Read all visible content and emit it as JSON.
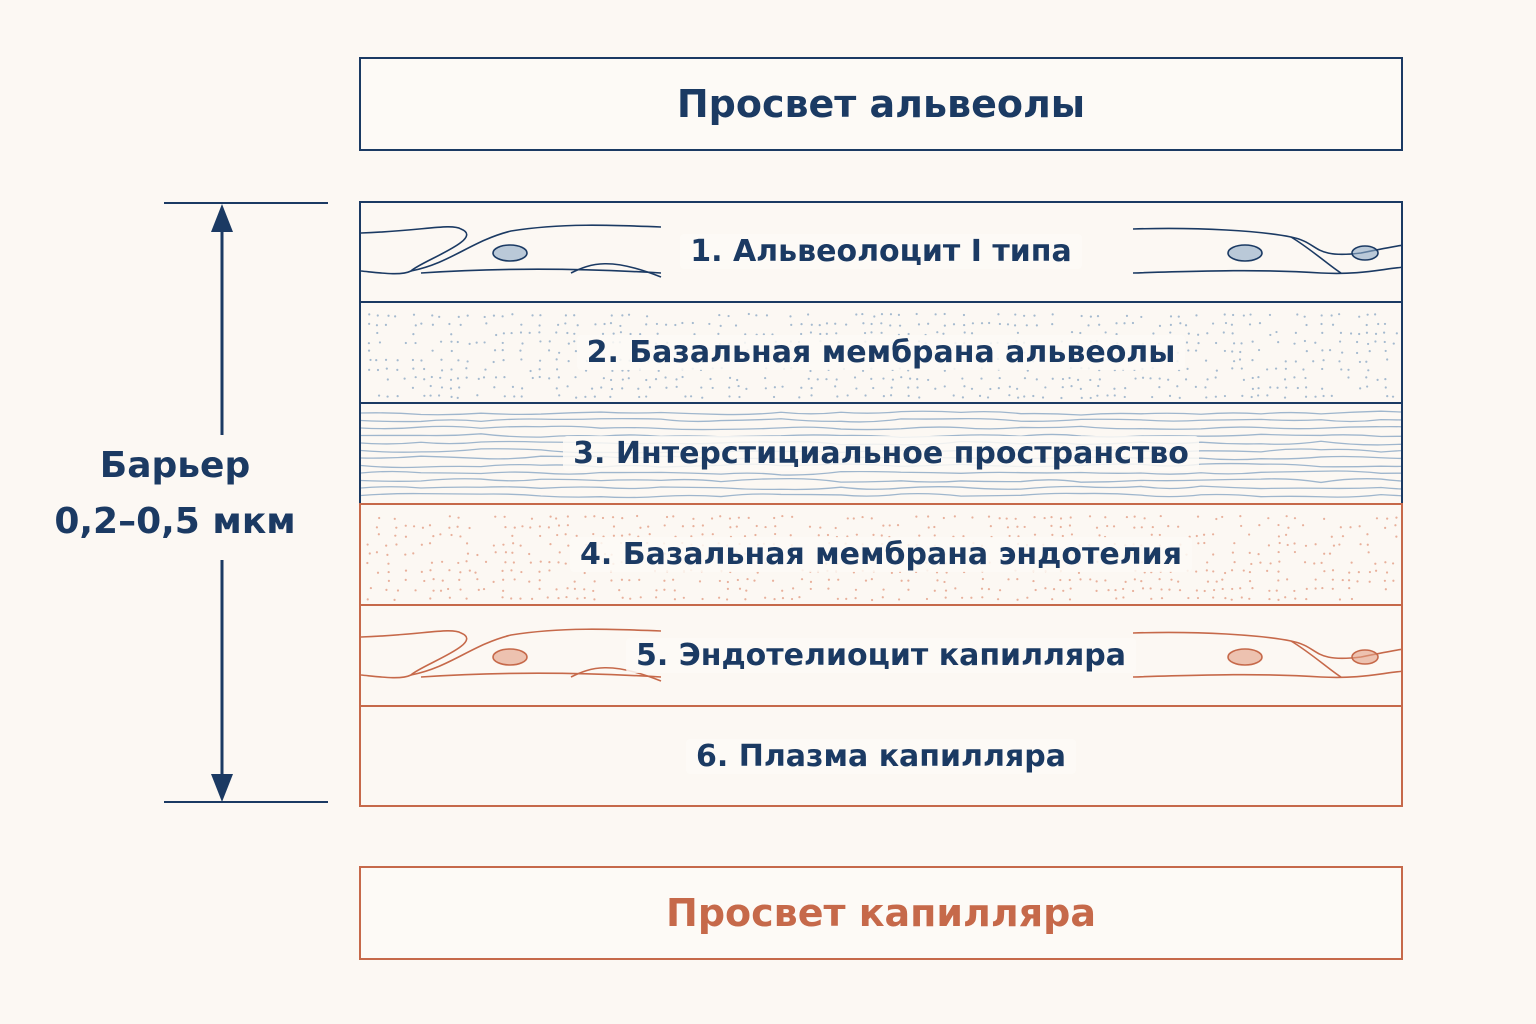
{
  "colors": {
    "navy": "#1b3a63",
    "terracotta": "#c6694a",
    "background": "#fcf8f3",
    "blue_texture": "#8eaac6",
    "red_texture": "#e29e84"
  },
  "top_lumen": {
    "label": "Просвет альвеолы"
  },
  "bottom_lumen": {
    "label": "Просвет капилляра"
  },
  "barrier": {
    "line1": "Барьер",
    "line2": "0,2–0,5 мкм"
  },
  "layers": [
    {
      "label": "1. Альвеолоцит I типа",
      "texture": "cells",
      "tone": "blue"
    },
    {
      "label": "2. Базальная мембрана альвеолы",
      "texture": "dots",
      "tone": "blue"
    },
    {
      "label": "3. Интерстициальное пространство",
      "texture": "fibers",
      "tone": "blue"
    },
    {
      "label": "4. Базальная мембрана эндотелия",
      "texture": "dots",
      "tone": "red"
    },
    {
      "label": "5. Эндотелиоцит капилляра",
      "texture": "cells",
      "tone": "red"
    },
    {
      "label": "6. Плазма капилляра",
      "texture": "plain",
      "tone": "red"
    }
  ]
}
